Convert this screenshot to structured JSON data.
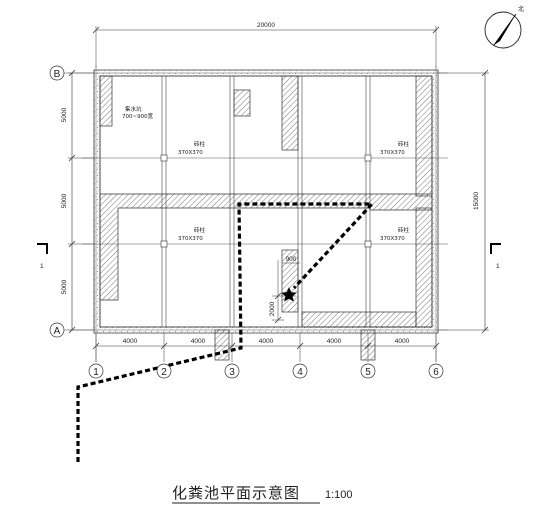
{
  "title": "化粪池平面示意图",
  "scale": "1:100",
  "north_label": "北",
  "dims": {
    "top_total": "20000",
    "right_total": "15000",
    "left_segments": [
      "5000",
      "5000",
      "5000"
    ],
    "bottom_segments": [
      "4000",
      "4000",
      "4000",
      "4000",
      "4000"
    ],
    "inner_2000": "2000",
    "inner_900": "900"
  },
  "axes": {
    "rows": [
      "B",
      "A"
    ],
    "cols": [
      "1",
      "2",
      "3",
      "4",
      "5",
      "6"
    ]
  },
  "section_marks": [
    "1",
    "1"
  ],
  "labels": {
    "pump_pit_title": "集水坑",
    "pump_pit_size": "700~900宽",
    "columns": [
      {
        "name": "砖柱",
        "size": "370X370"
      },
      {
        "name": "砖柱",
        "size": "370X370"
      },
      {
        "name": "砖柱",
        "size": "370X370"
      },
      {
        "name": "砖柱",
        "size": "370X370"
      }
    ]
  }
}
